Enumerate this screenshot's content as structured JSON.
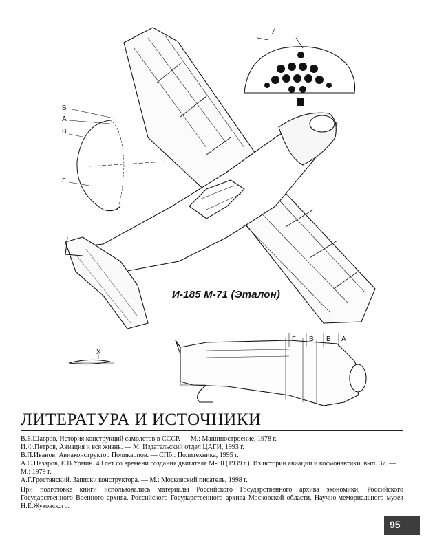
{
  "drawing": {
    "caption": "И-185 М-71 (Эталон)",
    "prop_labels": [
      "Б",
      "А",
      "В",
      "Г"
    ],
    "side_labels": [
      "Г",
      "В",
      "Б",
      "А"
    ],
    "tail_label": "Х"
  },
  "section": {
    "title": "ЛИТЕРАТУРА И ИСТОЧНИКИ"
  },
  "references": [
    "В.Б.Шавров, История конструкций самолетов в СССР. — М.: Машиностроение, 1978 г.",
    "И.Ф.Петров, Авиация и вся жизнь. — М. Издательский отдел ЦАГИ, 1993 г.",
    "В.П.Иванов, Авиаконструктор Поликарпов. — СПб.: Политехника, 1995 г.",
    "А.С.Назаров, Е.В.Урмин. 40 лет со времени создания двигателя М-88 (1939 г.). Из истории авиации и космонавтики, вып. 37. — М.: 1979 г.",
    "А.Г.Гростянский. Записки конструктора. — М.: Московский писатель, 1998 г."
  ],
  "note": "При подготовке книги использовались материалы Российского Государственного архива экономики, Российского Государственного Военного архива, Российского Государственного архива Московской области, Научно-мемориального музея Н.Е.Жуковского.",
  "page_number": "95"
}
